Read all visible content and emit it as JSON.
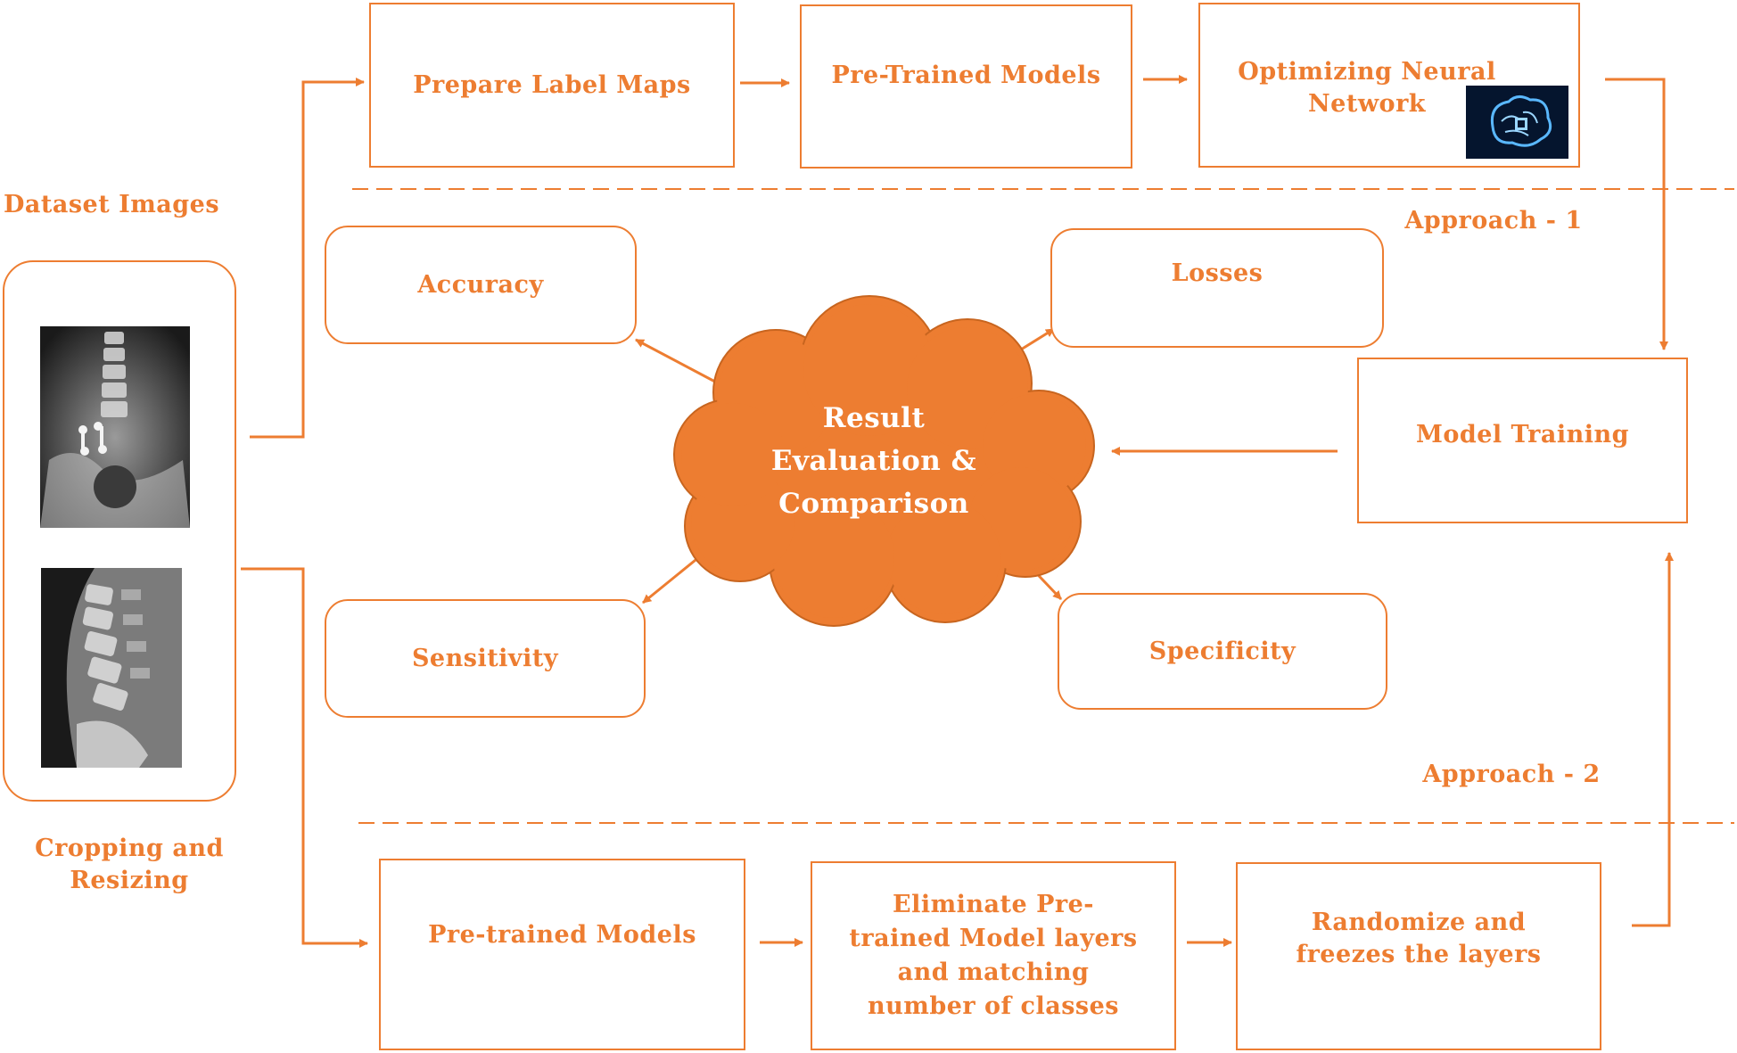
{
  "colors": {
    "accent": "#ED7D31",
    "cloud_fill": "#ED7D31",
    "cloud_text": "#FFFFFF",
    "background": "#FFFFFF"
  },
  "left_panel": {
    "top_label": "Dataset Images",
    "bottom_label_line1": "Cropping and",
    "bottom_label_line2": "Resizing",
    "images": [
      "xray-spine-image",
      "ct-spine-image"
    ]
  },
  "approach1": {
    "label": "Approach - 1",
    "steps": [
      {
        "label": "Prepare Label Maps"
      },
      {
        "label": "Pre-Trained Models"
      },
      {
        "label_line1": "Optimizing Neural",
        "label_line2": "Network",
        "icon": "brain-chip-icon"
      }
    ]
  },
  "approach2": {
    "label": "Approach - 2",
    "steps": [
      {
        "label": "Pre-trained Models"
      },
      {
        "lines": [
          "Eliminate Pre-",
          "trained Model layers",
          "and matching",
          "number of classes"
        ]
      },
      {
        "lines": [
          "Randomize and",
          "freezes the layers"
        ]
      }
    ]
  },
  "model_training": {
    "label": "Model Training"
  },
  "center": {
    "line1": "Result",
    "line2": "Evaluation &",
    "line3": "Comparison"
  },
  "metrics": {
    "accuracy": "Accuracy",
    "losses": "Losses",
    "sensitivity": "Sensitivity",
    "specificity": "Specificity"
  }
}
